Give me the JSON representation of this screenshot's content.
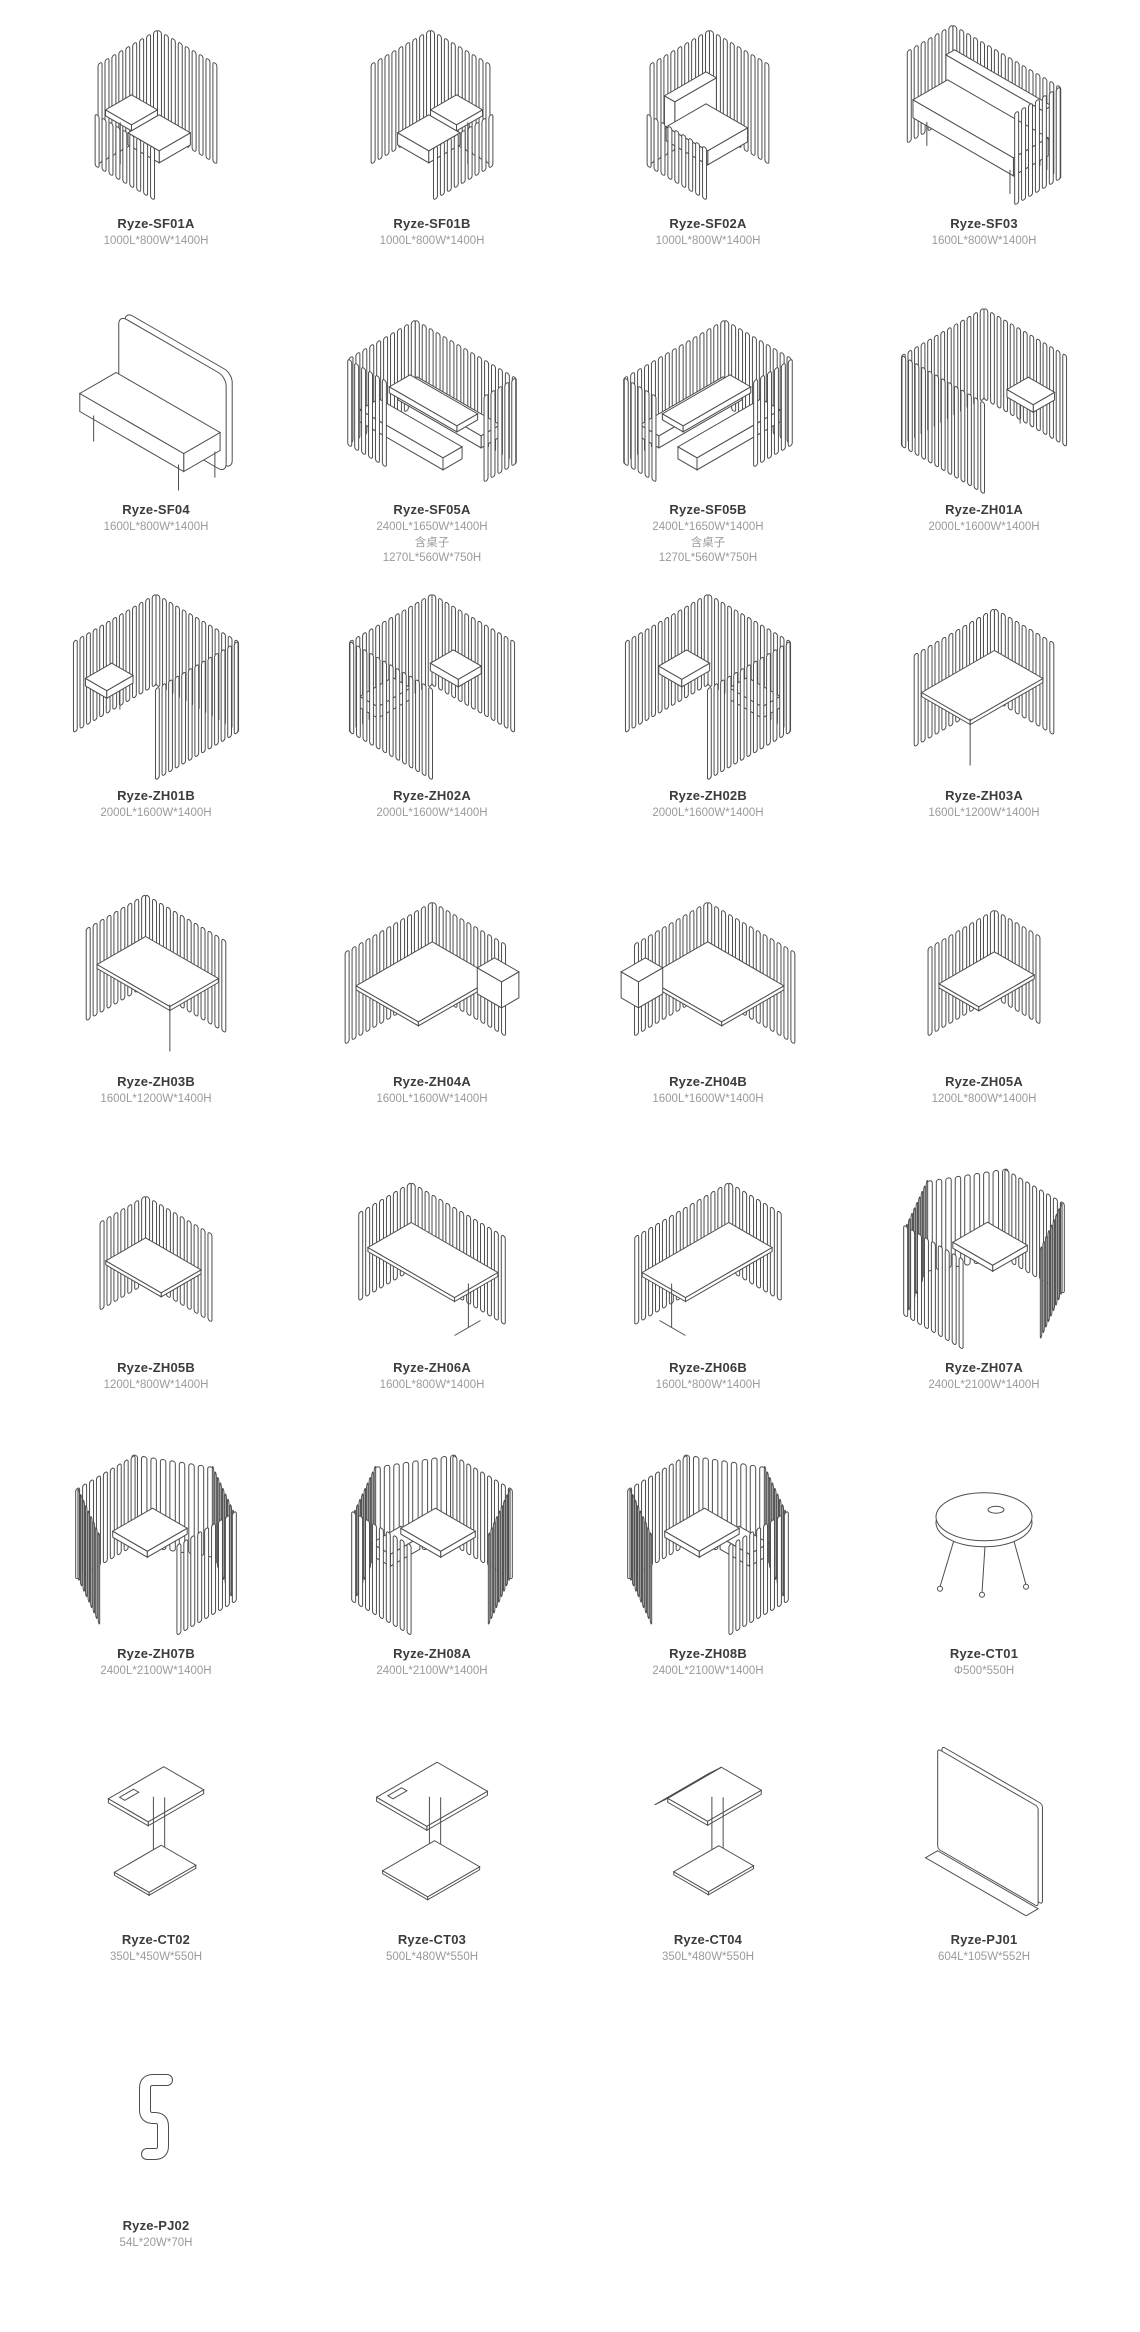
{
  "art_stroke": "#4d4d4d",
  "text_colors": {
    "code": "#3c3c3c",
    "dims": "#9b9b9b"
  },
  "products": [
    {
      "code": "Ryze-SF01A",
      "dims": "1000L*800W*1400H",
      "art": "booth_table",
      "mirror": false
    },
    {
      "code": "Ryze-SF01B",
      "dims": "1000L*800W*1400H",
      "art": "booth_table",
      "mirror": true
    },
    {
      "code": "Ryze-SF02A",
      "dims": "1000L*800W*1400H",
      "art": "booth_seat",
      "mirror": false
    },
    {
      "code": "Ryze-SF03",
      "dims": "1600L*800W*1400H",
      "art": "sofa_slat",
      "mirror": false
    },
    {
      "code": "Ryze-SF04",
      "dims": "1600L*800W*1400H",
      "art": "sofa_plain",
      "mirror": false
    },
    {
      "code": "Ryze-SF05A",
      "dims": "2400L*1650W*1400H\n含桌子\n1270L*560W*750H",
      "art": "big_pod",
      "mirror": false
    },
    {
      "code": "Ryze-SF05B",
      "dims": "2400L*1650W*1400H\n含桌子\n1270L*560W*750H",
      "art": "big_pod",
      "mirror": true
    },
    {
      "code": "Ryze-ZH01A",
      "dims": "2000L*1600W*1400H",
      "art": "u_pod",
      "mirror": false
    },
    {
      "code": "Ryze-ZH01B",
      "dims": "2000L*1600W*1400H",
      "art": "u_pod",
      "mirror": true
    },
    {
      "code": "Ryze-ZH02A",
      "dims": "2000L*1600W*1400H",
      "art": "u_pod2",
      "mirror": false
    },
    {
      "code": "Ryze-ZH02B",
      "dims": "2000L*1600W*1400H",
      "art": "u_pod2",
      "mirror": true
    },
    {
      "code": "Ryze-ZH03A",
      "dims": "1600L*1200W*1400H",
      "art": "desk_pod",
      "mirror": true
    },
    {
      "code": "Ryze-ZH03B",
      "dims": "1600L*1200W*1400H",
      "art": "desk_pod",
      "mirror": false
    },
    {
      "code": "Ryze-ZH04A",
      "dims": "1600L*1600W*1400H",
      "art": "desk_pod_box",
      "mirror": true
    },
    {
      "code": "Ryze-ZH04B",
      "dims": "1600L*1600W*1400H",
      "art": "desk_pod_box",
      "mirror": false
    },
    {
      "code": "Ryze-ZH05A",
      "dims": "1200L*800W*1400H",
      "art": "desk_pod_sm",
      "mirror": true
    },
    {
      "code": "Ryze-ZH05B",
      "dims": "1200L*800W*1400H",
      "art": "desk_pod_sm",
      "mirror": false
    },
    {
      "code": "Ryze-ZH06A",
      "dims": "1600L*800W*1400H",
      "art": "desk_pod_leg",
      "mirror": false
    },
    {
      "code": "Ryze-ZH06B",
      "dims": "1600L*800W*1400H",
      "art": "desk_pod_leg",
      "mirror": true
    },
    {
      "code": "Ryze-ZH07A",
      "dims": "2400L*2100W*1400H",
      "art": "hex_pod",
      "mirror": false
    },
    {
      "code": "Ryze-ZH07B",
      "dims": "2400L*2100W*1400H",
      "art": "hex_pod",
      "mirror": true
    },
    {
      "code": "Ryze-ZH08A",
      "dims": "2400L*2100W*1400H",
      "art": "hex_pod2",
      "mirror": false
    },
    {
      "code": "Ryze-ZH08B",
      "dims": "2400L*2100W*1400H",
      "art": "hex_pod2",
      "mirror": true
    },
    {
      "code": "Ryze-CT01",
      "dims": "Φ500*550H",
      "art": "round_table",
      "mirror": false
    },
    {
      "code": "Ryze-CT02",
      "dims": "350L*450W*550H",
      "art": "c_table",
      "mirror": false
    },
    {
      "code": "Ryze-CT03",
      "dims": "500L*480W*550H",
      "art": "c_table_wide",
      "mirror": false
    },
    {
      "code": "Ryze-CT04",
      "dims": "350L*480W*550H",
      "art": "c_table_flap",
      "mirror": false
    },
    {
      "code": "Ryze-PJ01",
      "dims": "604L*105W*552H",
      "art": "panel",
      "mirror": false
    },
    {
      "code": "Ryze-PJ02",
      "dims": "54L*20W*70H",
      "art": "hook",
      "mirror": false
    }
  ]
}
